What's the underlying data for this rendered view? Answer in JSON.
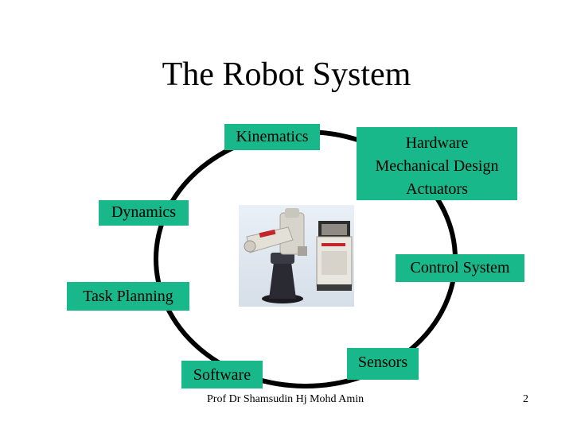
{
  "slide": {
    "title": "The Robot System",
    "footer": "Prof Dr Shamsudin Hj Mohd Amin",
    "page_number": "2"
  },
  "boxes": {
    "kinematics": "Kinematics",
    "hardware": [
      "Hardware",
      "Mechanical Design",
      "Actuators"
    ],
    "dynamics": "Dynamics",
    "control_system": "Control System",
    "task_planning": "Task Planning",
    "software": "Software",
    "sensors": "Sensors"
  },
  "colors": {
    "box_fill": "#19b88a",
    "ring": "#000000"
  }
}
